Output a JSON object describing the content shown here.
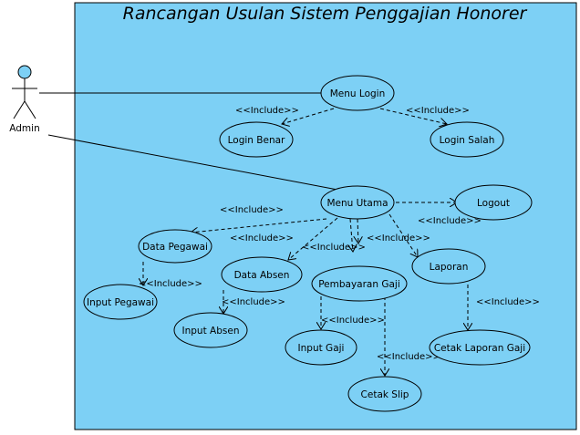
{
  "system": {
    "title": "Rancangan Usulan Sistem Penggajian Honorer",
    "fill": "#7dd0f5"
  },
  "actor": {
    "label": "Admin",
    "head_color": "#7dd0f5"
  },
  "use_cases": {
    "menu_login": "Menu Login",
    "login_benar": "Login Benar",
    "login_salah": "Login Salah",
    "menu_utama": "Menu Utama",
    "logout": "Logout",
    "data_pegawai": "Data Pegawai",
    "input_pegawai": "Input Pegawai",
    "data_absen": "Data Absen",
    "input_absen": "Input Absen",
    "pembayaran_gaji": "Pembayaran Gaji",
    "input_gaji": "Input Gaji",
    "cetak_slip": "Cetak Slip",
    "laporan": "Laporan",
    "cetak_laporan_gaji": "Cetak Laporan Gaji"
  },
  "include_label": "<<Include>>"
}
